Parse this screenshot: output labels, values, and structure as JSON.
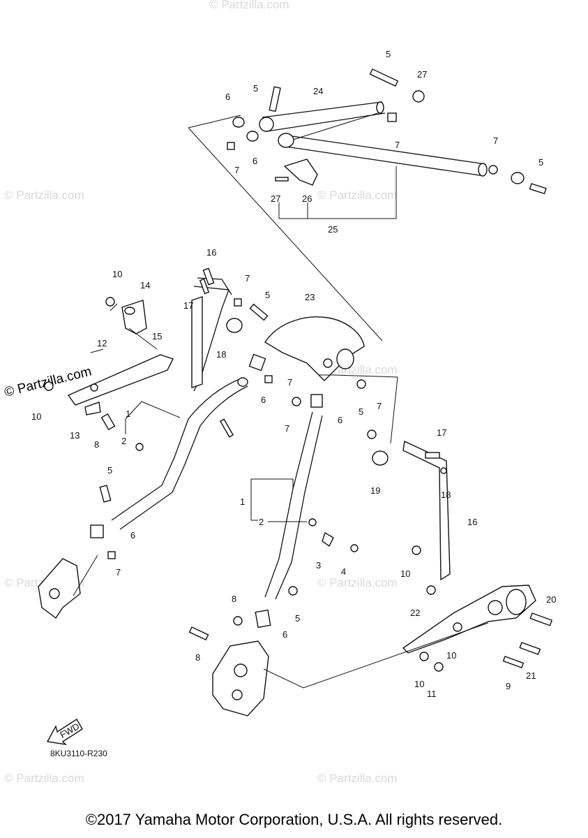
{
  "drawing_code": "8KU3110-R230",
  "copyright": "©2017 Yamaha Motor Corporation, U.S.A. All rights reserved.",
  "watermark": {
    "text": "© Partzilla.com",
    "prominent_text": "© Partzilla.com"
  },
  "fwd_label": "FWD",
  "callouts": [
    "1",
    "1",
    "2",
    "2",
    "3",
    "4",
    "5",
    "5",
    "5",
    "5",
    "5",
    "5",
    "5",
    "6",
    "6",
    "6",
    "6",
    "6",
    "6",
    "7",
    "7",
    "7",
    "7",
    "7",
    "7",
    "7",
    "7",
    "8",
    "8",
    "8",
    "9",
    "10",
    "10",
    "10",
    "10",
    "10",
    "11",
    "12",
    "13",
    "14",
    "15",
    "16",
    "16",
    "17",
    "17",
    "18",
    "18",
    "19",
    "20",
    "21",
    "22",
    "23",
    "24",
    "25",
    "26",
    "27",
    "27"
  ]
}
